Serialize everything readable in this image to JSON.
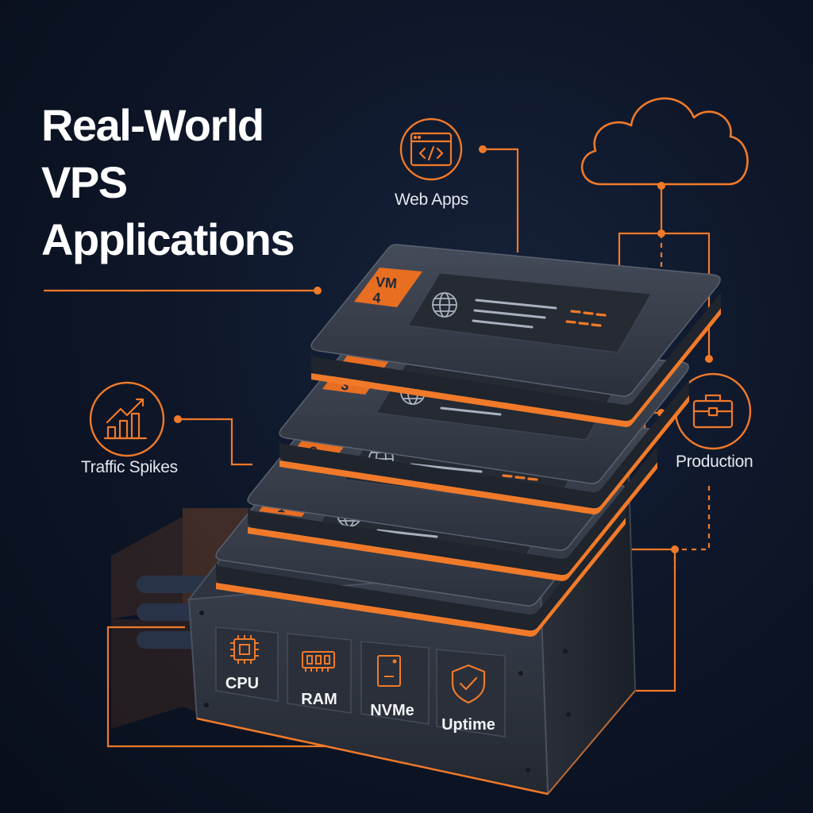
{
  "title": {
    "line1": "Real-World",
    "line2": "VPS",
    "line3": "Applications"
  },
  "nodes": {
    "web_apps": {
      "label": "Web Apps",
      "icon": "code-window-icon"
    },
    "traffic_spikes": {
      "label": "Traffic Spikes",
      "icon": "growth-chart-icon"
    },
    "production": {
      "label": "Production",
      "icon": "briefcase-icon"
    },
    "cloud": {
      "icon": "cloud-icon"
    }
  },
  "vms": [
    {
      "name": "VM",
      "number": "4"
    },
    {
      "name": "VM",
      "number": "3"
    },
    {
      "name": "VM",
      "number": "2"
    },
    {
      "name": "VM",
      "number": "1"
    }
  ],
  "resources": [
    {
      "label": "CPU",
      "icon": "cpu-chip-icon"
    },
    {
      "label": "RAM",
      "icon": "ram-module-icon"
    },
    {
      "label": "NVMe",
      "icon": "nvme-drive-icon"
    },
    {
      "label": "Uptime",
      "icon": "shield-check-icon"
    }
  ],
  "colors": {
    "accent": "#f07a2a",
    "background": "#0d1526",
    "panel": "#2c3340",
    "text": "#ffffff"
  }
}
